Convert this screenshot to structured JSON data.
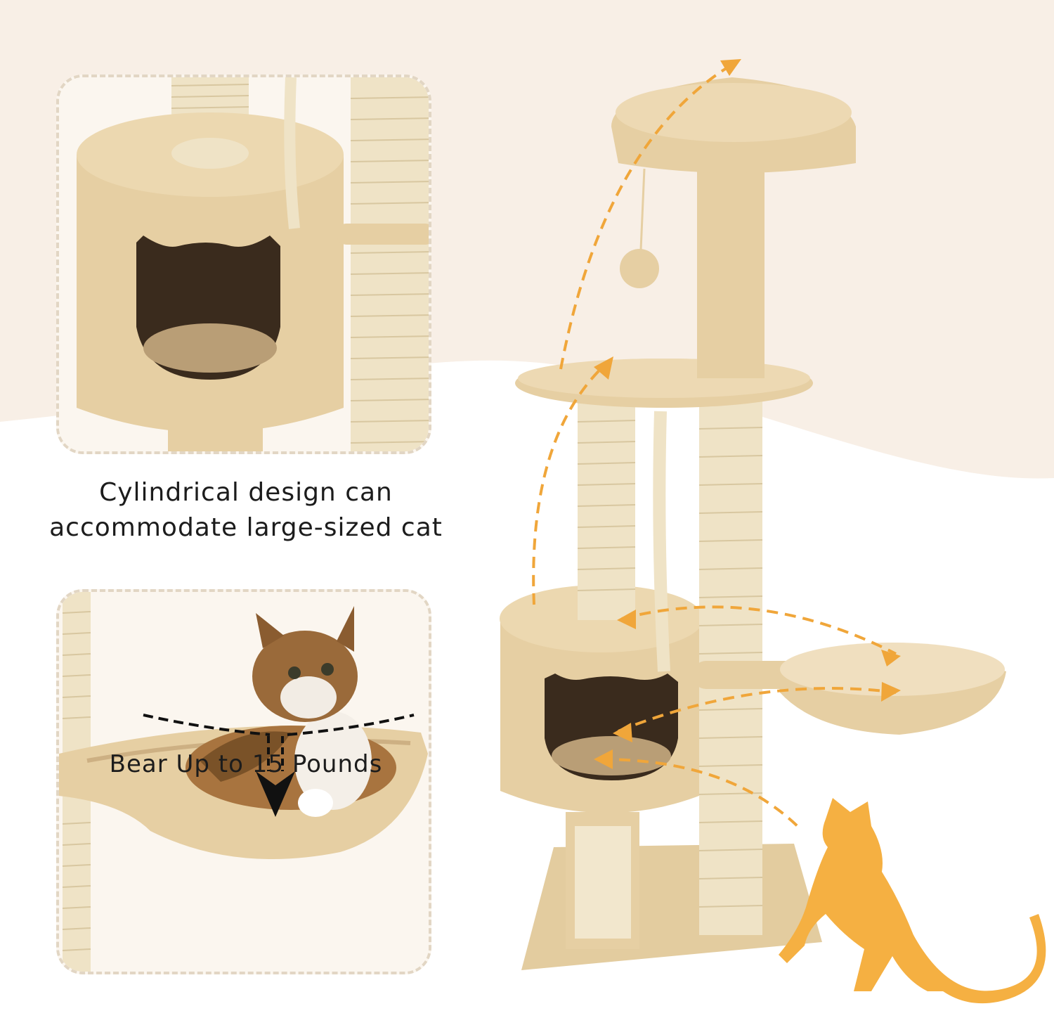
{
  "features": [
    {
      "caption_line1": "Cylindrical design can",
      "caption_line2": "accommodate large-sized cat"
    },
    {
      "caption": "Bear Up to 15 Pounds"
    }
  ],
  "colors": {
    "plush": "#e6cfa3",
    "plush_shadow": "#cdb083",
    "sisal": "#efe3c6",
    "arrow": "#f0a63a",
    "cat_silhouette": "#f5b042",
    "background_wave": "#f8efe6"
  },
  "icons": [
    "double-arrow-icon",
    "cat-silhouette-icon",
    "down-arrow-icon"
  ]
}
